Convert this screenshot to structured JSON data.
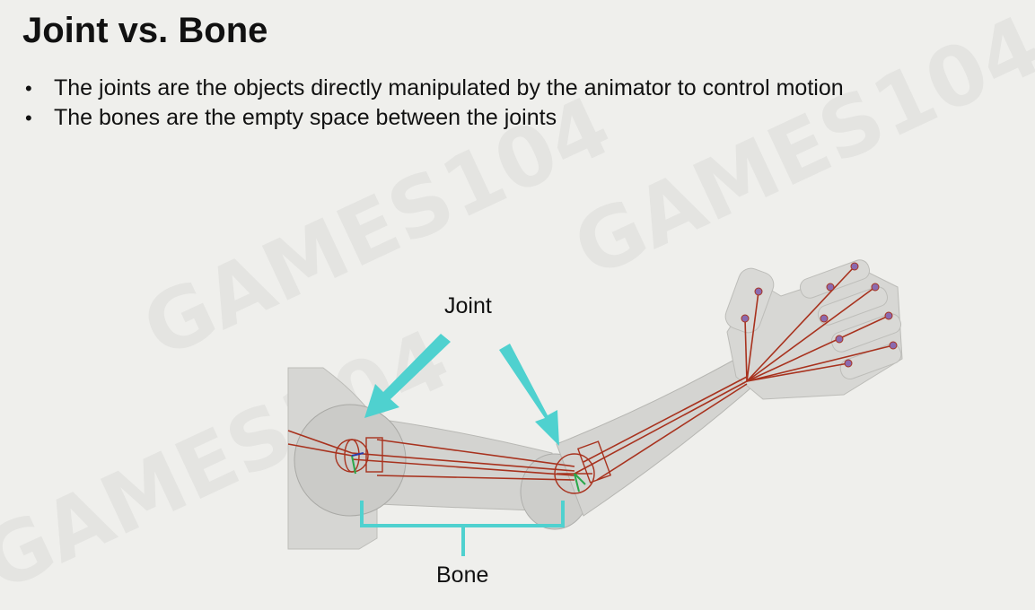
{
  "slide": {
    "title": "Joint vs. Bone",
    "bullets": [
      "The joints are the objects directly manipulated by the animator to control motion",
      "The bones are the empty space between the joints"
    ]
  },
  "figure": {
    "joint_label": "Joint",
    "bone_label": "Bone",
    "arrow_color": "#4fd1cf",
    "rig_color": "#a8321e",
    "mesh_color": "#cfcfcc"
  },
  "watermark": {
    "text": "GAMES104"
  }
}
